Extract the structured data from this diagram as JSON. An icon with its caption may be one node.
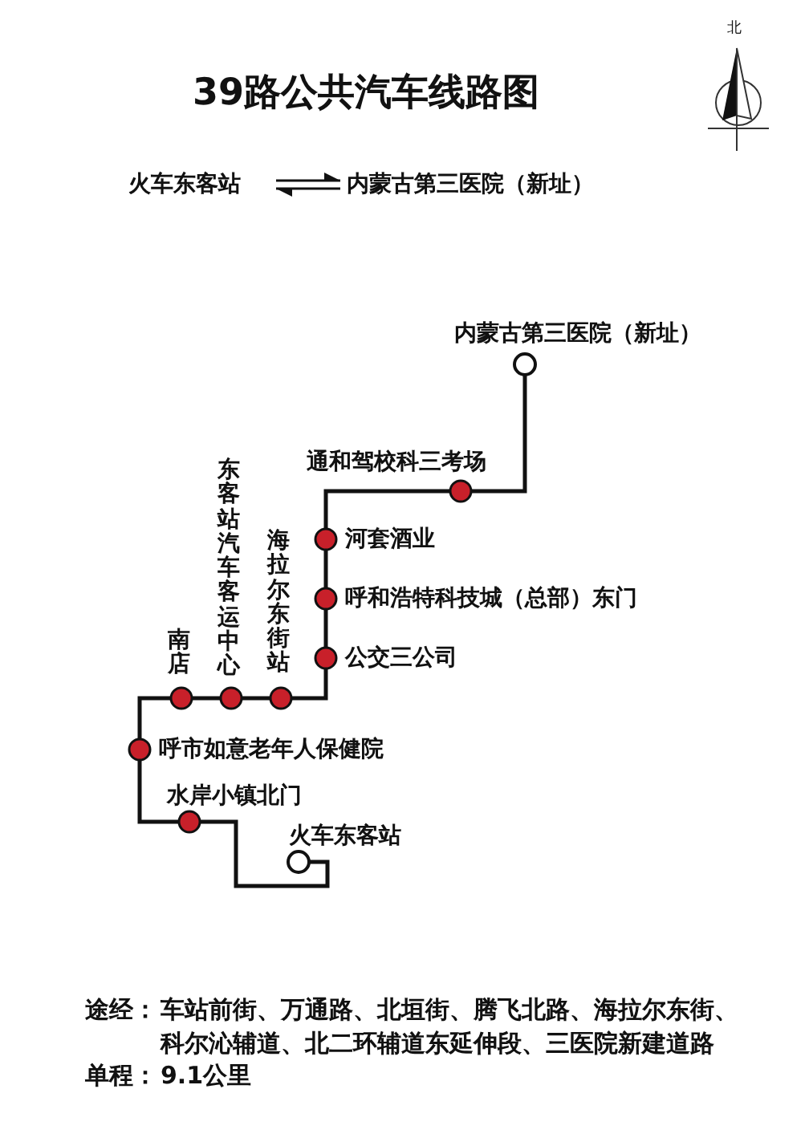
{
  "diagram": {
    "title": "39路公共汽车线路图",
    "nodes": [
      {
        "text": [
          "内蒙古第三医院（新址）"
        ]
      },
      {
        "text": [
          "通和驾校科三考场"
        ]
      },
      {
        "text": [
          "东客站汽车客运中心"
        ]
      },
      {
        "text": [
          "海拉尔东街站"
        ]
      },
      {
        "text": [
          "河套酒业"
        ]
      },
      {
        "text": [
          "呼和浩特科技城（总部）东门"
        ]
      },
      {
        "text": [
          "公交三公司"
        ]
      },
      {
        "text": [
          "南店"
        ]
      },
      {
        "text": [
          "呼市如意老年人保健院"
        ]
      },
      {
        "text": [
          "水岸小镇北门"
        ]
      },
      {
        "text": [
          "火车东客站"
        ]
      },
      {
        "text": [
          "火车东客站"
        ]
      },
      {
        "text": [
          "内蒙古第三医院（新址）"
        ]
      }
    ],
    "edges": [
      {
        "from": 10,
        "to": 9,
        "arrow": "none"
      },
      {
        "from": 9,
        "to": 8,
        "arrow": "none"
      },
      {
        "from": 8,
        "to": 7,
        "arrow": "none"
      },
      {
        "from": 7,
        "to": 2,
        "arrow": "none"
      },
      {
        "from": 2,
        "to": 3,
        "arrow": "none"
      },
      {
        "from": 3,
        "to": 6,
        "arrow": "none"
      },
      {
        "from": 6,
        "to": 5,
        "arrow": "none"
      },
      {
        "from": 5,
        "to": 4,
        "arrow": "none"
      },
      {
        "from": 4,
        "to": 1,
        "arrow": "none"
      },
      {
        "from": 1,
        "to": 0,
        "arrow": "none"
      },
      {
        "from": 11,
        "to": 12,
        "arrow": "both"
      }
    ],
    "labels": [
      "北",
      "途经：",
      "车站前街、万通路、北垣街、腾飞北路、海拉尔东街、科尔沁辅道、北二环辅道东延伸段、三医院新建道路",
      "单程：",
      "9.1公里"
    ]
  }
}
